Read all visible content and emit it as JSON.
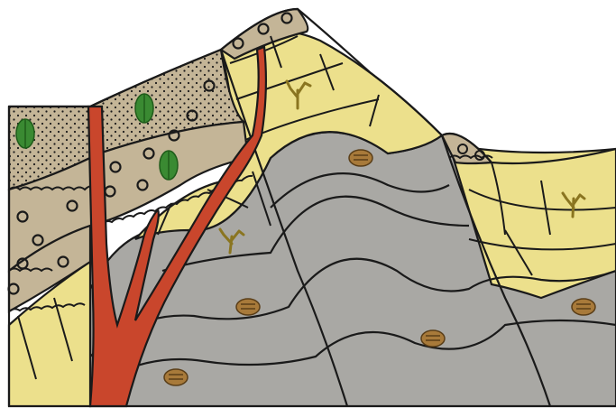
{
  "figure": {
    "kind": "geologic-cross-section",
    "colors": {
      "gray_strata": "#a9a8a4",
      "yellow_strata": "#ece08c",
      "tan_strata": "#c4b597",
      "intrusion": "#c9462c",
      "outline": "#1a1a1a",
      "shrub": "#3a8a32",
      "shrub_dark": "#1f5c1a",
      "trilobite": "#a87a3a",
      "fern_fossil": "#e8d25e"
    },
    "units": [
      {
        "name": "folded-gray-strata",
        "pattern": "plain",
        "fossil": "trilobite-icon"
      },
      {
        "name": "yellow-strata",
        "pattern": "blocky",
        "fossil": "fern-fossil-icon"
      },
      {
        "name": "tan-conglomerate",
        "pattern": "circles",
        "fossil": "none"
      },
      {
        "name": "tan-sandstone",
        "pattern": "dots",
        "fossil": "shrub-fossil-icon"
      },
      {
        "name": "red-intrusion",
        "pattern": "plain",
        "fossil": "none"
      }
    ],
    "features": [
      "unconformity",
      "fault-left",
      "fault-right",
      "dike",
      "fold"
    ]
  }
}
